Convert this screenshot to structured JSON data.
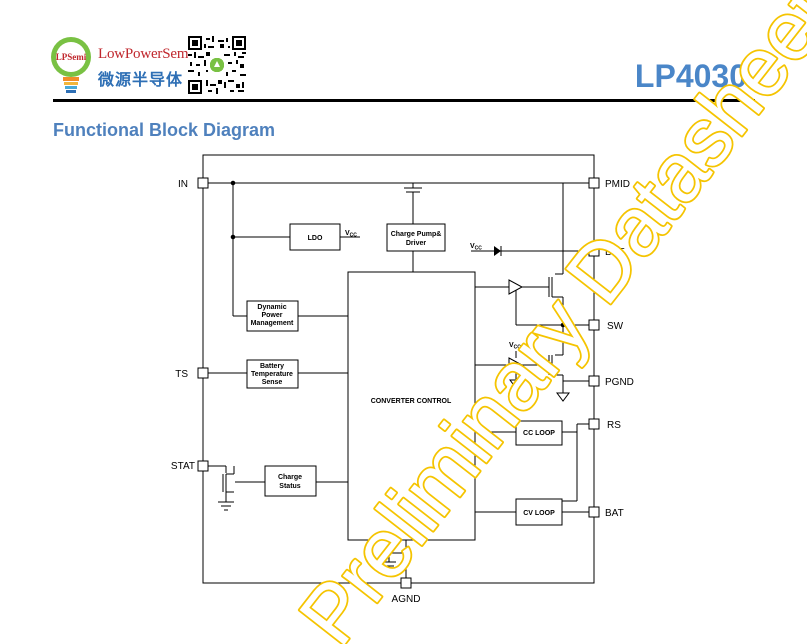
{
  "header": {
    "brand_en": "LowPowerSemi",
    "brand_cn": "微源半导体",
    "logo_badge": "LPSemi",
    "part_number": "LP4030"
  },
  "section_title": "Functional Block Diagram",
  "diagram": {
    "pins": {
      "in": "IN",
      "pmid": "PMID",
      "bst": "BST",
      "sw": "SW",
      "pgnd": "PGND",
      "rs": "RS",
      "ts": "TS",
      "stat": "STAT",
      "bat": "BAT",
      "agnd": "AGND"
    },
    "blocks": {
      "ldo": "LDO",
      "charge_pump_1": "Charge Pump&",
      "charge_pump_2": "Driver",
      "dpm_1": "Dynamic",
      "dpm_2": "Power",
      "dpm_3": "Management",
      "bts_1": "Battery",
      "bts_2": "Temperature",
      "bts_3": "Sense",
      "converter": "CONVERTER CONTROL",
      "cs_1": "Charge",
      "cs_2": "Status",
      "cc_loop": "CC LOOP",
      "cv_loop": "CV LOOP"
    },
    "vcc": "V",
    "vcc_sub": "CC"
  },
  "watermark": "Preliminary Datasheet",
  "colors": {
    "title_blue": "#4f81bd",
    "part_blue": "#4a86c8",
    "watermark": "#f5c400"
  }
}
